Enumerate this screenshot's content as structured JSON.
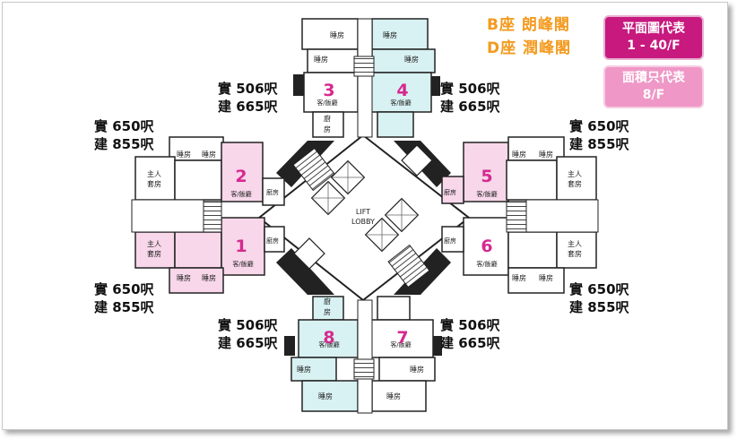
{
  "header": {
    "block_b": "B座 朗峰閣",
    "block_d": "D座 潤峰閣"
  },
  "badges": {
    "plan_line1": "平面圖代表",
    "plan_line2": "1 - 40/F",
    "area_line1": "面積只代表",
    "area_line2": "8/F"
  },
  "areas": {
    "u3": {
      "saleable": "實 506呎",
      "gross": "建 665呎"
    },
    "u4": {
      "saleable": "實 506呎",
      "gross": "建 665呎"
    },
    "u2": {
      "saleable": "實 650呎",
      "gross": "建 855呎"
    },
    "u5": {
      "saleable": "實 650呎",
      "gross": "建 855呎"
    },
    "u1": {
      "saleable": "實 650呎",
      "gross": "建 855呎"
    },
    "u6": {
      "saleable": "實 650呎",
      "gross": "建 855呎"
    },
    "u8": {
      "saleable": "實 506呎",
      "gross": "建 665呎"
    },
    "u7": {
      "saleable": "實 506呎",
      "gross": "建 665呎"
    }
  },
  "units": {
    "u1": "1",
    "u2": "2",
    "u3": "3",
    "u4": "4",
    "u5": "5",
    "u6": "6",
    "u7": "7",
    "u8": "8"
  },
  "rooms": {
    "bedroom": "睡房",
    "master_l1": "主人",
    "master_l2": "套房",
    "living": "客/飯廳",
    "kitchen": "廚房",
    "lift_l1": "LIFT",
    "lift_l2": "LOBBY",
    "kitchen_short": "廚",
    "room_short": "房"
  },
  "colors": {
    "pink_unit": "#f7d7e9",
    "cyan_unit": "#d8f1f2",
    "unit_number": "#d6298f",
    "header": "#f39a1e",
    "badge_dark": "#c7197e",
    "badge_light": "#ef97c6"
  }
}
